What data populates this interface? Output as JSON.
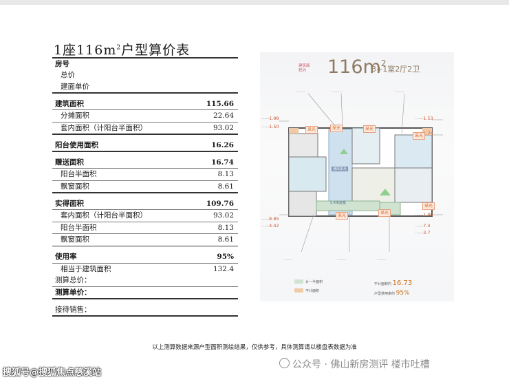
{
  "title_main": "1座116m",
  "title_sup": "2",
  "title_rest": "户型算价表",
  "rows": [
    {
      "label": "房号",
      "value": "",
      "kind": "bold"
    },
    {
      "label": "总价",
      "value": "",
      "kind": "sub"
    },
    {
      "label": "建面单价",
      "value": "",
      "kind": "sub"
    },
    {
      "label": "建筑面积",
      "value": "115.66",
      "kind": "bold"
    },
    {
      "label": "分摊面积",
      "value": "22.64",
      "kind": "sub"
    },
    {
      "label": "套内面积（计阳台半面积）",
      "value": "93.02",
      "kind": "sub"
    },
    {
      "label": "阳台使用面积",
      "value": "16.26",
      "kind": "bold"
    },
    {
      "label": "赠送面积",
      "value": "16.74",
      "kind": "bold"
    },
    {
      "label": "阳台半面积",
      "value": "8.13",
      "kind": "sub"
    },
    {
      "label": "飘窗面积",
      "value": "8.61",
      "kind": "sub"
    },
    {
      "label": "实得面积",
      "value": "109.76",
      "kind": "bold"
    },
    {
      "label": "套内面积（计阳台半面积）",
      "value": "93.02",
      "kind": "sub"
    },
    {
      "label": "阳台半面积",
      "value": "8.13",
      "kind": "sub"
    },
    {
      "label": "飘窗面积",
      "value": "8.61",
      "kind": "sub"
    },
    {
      "label": "使用率",
      "value": "95%",
      "kind": "bold"
    },
    {
      "label": "相当于建筑面积",
      "value": "132.4",
      "kind": "sub"
    },
    {
      "label": "测算总价：",
      "value": "",
      "kind": "plain"
    },
    {
      "label": "测算单价：",
      "value": "",
      "kind": "bold"
    },
    {
      "label": "接待销售：",
      "value": "",
      "kind": "plain"
    }
  ],
  "plan": {
    "header_small": "建筑面积约",
    "area": "116m",
    "area_sup": "2",
    "layout": "3+1室2厅2卫",
    "tags": [
      "采光",
      "采光",
      "采光",
      "采光",
      "采光",
      "采光",
      "采光"
    ],
    "hall_label": "通风采光",
    "hall_dim": "5.4米面宽",
    "dims": {
      "d1": "1.98",
      "d2": "1.50",
      "d3": "1.53",
      "d4": "1.74",
      "d5": "8.85",
      "d6": "4.42",
      "d7": "1.86",
      "d8": "7.4",
      "d9": "3.7"
    },
    "legend_gift": "计一半面积",
    "legend_nocount": "不计面积",
    "sum_label": "不计面积约",
    "sum_value": "16.73",
    "rate_label": "户型使用率约",
    "rate_value": "95%",
    "colors": {
      "gift": "#cfe3d0",
      "nocount": "#f0c9a6",
      "accent": "#c95a32"
    }
  },
  "footer_note": "以上测算数据来源户型面积测绘结果，仅供参考，具体测算请以楼盘表数据为准",
  "watermark_left": "搜狐号@搜狐焦点慈溪站",
  "watermark_right": "公众号 · 佛山新房测评 楼市吐槽"
}
